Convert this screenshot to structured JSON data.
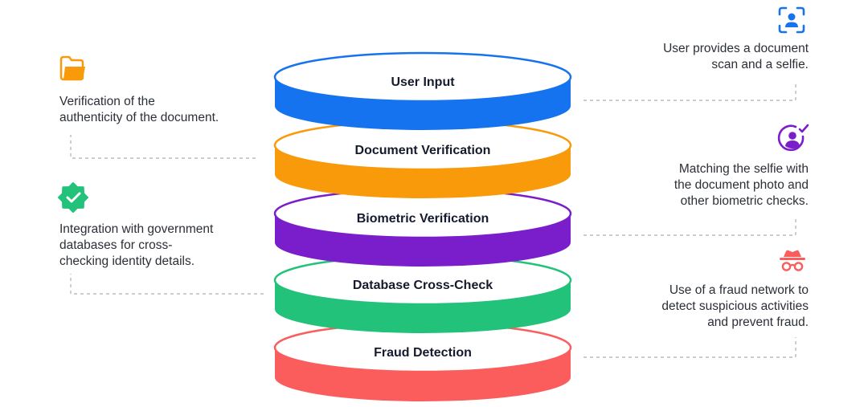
{
  "layers": [
    {
      "label": "User Input",
      "color": "#1673ef",
      "icon": "user-scan-icon",
      "description": [
        "User provides a document",
        "scan and a selfie."
      ],
      "side": "right"
    },
    {
      "label": "Document Verification",
      "color": "#f99a0b",
      "icon": "folder-icon",
      "description": [
        "Verification of the",
        "authenticity of the document."
      ],
      "side": "left"
    },
    {
      "label": "Biometric Verification",
      "color": "#7a1ecb",
      "icon": "face-check-icon",
      "description": [
        "Matching the selfie with",
        "the document photo and",
        "other biometric checks."
      ],
      "side": "right"
    },
    {
      "label": "Database Cross-Check",
      "color": "#22c27a",
      "icon": "verified-badge-icon",
      "description": [
        "Integration with government",
        "databases for cross-",
        "checking identity details."
      ],
      "side": "left"
    },
    {
      "label": "Fraud Detection",
      "color": "#fb5c5c",
      "icon": "spy-incognito-icon",
      "description": [
        "Use of a fraud network to",
        "detect suspicious activities",
        "and prevent fraud."
      ],
      "side": "right"
    }
  ]
}
